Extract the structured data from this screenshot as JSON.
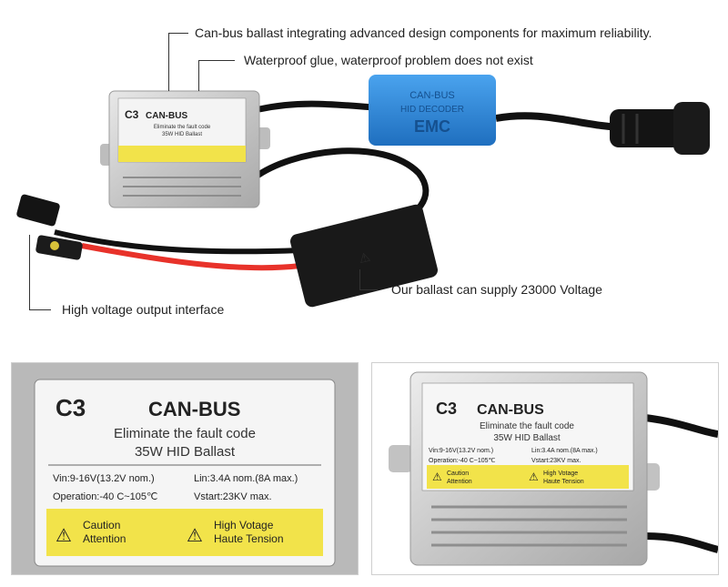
{
  "callouts": {
    "top": "Can-bus ballast integrating advanced design components for maximum reliability.",
    "glue": "Waterproof glue, waterproof problem does not exist",
    "voltage": "Our ballast can supply 23000 Voltage",
    "output": "High voltage output interface"
  },
  "label": {
    "model": "C3",
    "brand": "CAN-BUS",
    "line1": "Eliminate the fault code",
    "line2": "35W HID Ballast",
    "spec1": "Vin:9-16V(13.2V nom.)",
    "spec2": "Lin:3.4A nom.(8A max.)",
    "spec3": "Operation:-40 C~105℃",
    "spec4": "Vstart:23KV max.",
    "caution1": "Caution",
    "caution2": "Attention",
    "hv1": "High Votage",
    "hv2": "Haute Tension"
  },
  "decoder": {
    "line1": "CAN-BUS",
    "line2": "HID DECODER",
    "line3": "EMC"
  },
  "colors": {
    "decoder": "#2f86d6",
    "wire_red": "#e8322a",
    "label_yellow": "#f2e34a",
    "metal": "#c9c9c9"
  }
}
